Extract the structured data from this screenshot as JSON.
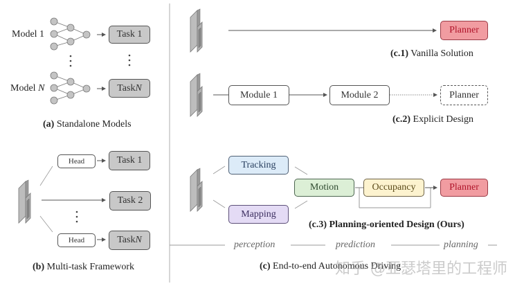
{
  "panel_a": {
    "model_1": "Model 1",
    "model_n_prefix": "Model ",
    "model_n_var": "N",
    "task_1": "Task 1",
    "task_n_prefix": "Task ",
    "task_n_var": "N",
    "caption_tag": "(a)",
    "caption_text": " Standalone Models"
  },
  "panel_b": {
    "head_1": "Head",
    "head_n": "Head",
    "task_1": "Task 1",
    "task_2": "Task 2",
    "task_n_prefix": "Task ",
    "task_n_var": "N",
    "caption_tag": "(b)",
    "caption_text": " Multi-task Framework"
  },
  "panel_c1": {
    "planner": "Planner",
    "caption_tag": "(c.1)",
    "caption_text": " Vanilla Solution"
  },
  "panel_c2": {
    "module_1": "Module 1",
    "module_2": "Module 2",
    "planner": "Planner",
    "caption_tag": "(c.2)",
    "caption_text": " Explicit Design"
  },
  "panel_c3": {
    "tracking": "Tracking",
    "mapping": "Mapping",
    "motion": "Motion",
    "occupancy": "Occupancy",
    "planner": "Planner",
    "caption": "(c.3) Planning-oriented Design (Ours)"
  },
  "stages": {
    "perception": "perception",
    "prediction": "prediction",
    "planning": "planning"
  },
  "panel_c": {
    "caption_tag": "(c)",
    "caption_text": " End-to-end Autonomous Driving"
  },
  "watermark": "知乎 @亚瑟塔里的工程师",
  "colors": {
    "planner": "#f19ca1",
    "tracking": "#dcebf8",
    "mapping": "#e4dbf5",
    "motion": "#dcefd6",
    "occupancy": "#fdf3cf",
    "task": "#c8c8c8"
  }
}
